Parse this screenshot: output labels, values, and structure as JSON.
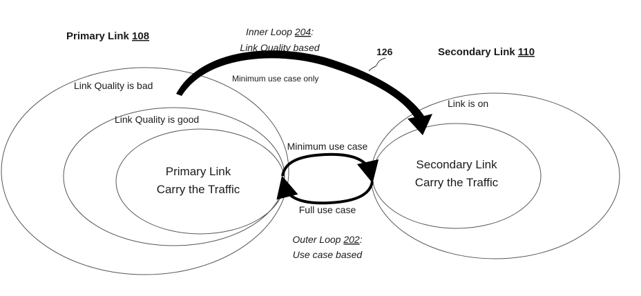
{
  "primary_link": {
    "title_text": "Primary Link ",
    "title_ref": "108",
    "quality_bad": "Link Quality is bad",
    "quality_good": "Link Quality is good",
    "center_line1": "Primary Link",
    "center_line2": "Carry the Traffic"
  },
  "secondary_link": {
    "title_text": "Secondary Link ",
    "title_ref": "110",
    "state": "Link is on",
    "center_line1": "Secondary Link",
    "center_line2": "Carry the Traffic"
  },
  "inner_loop": {
    "label_text": "Inner Loop ",
    "label_ref": "204",
    "label_suffix": ":",
    "basis": "Link Quality based",
    "arrow_label": "Minimum use case only",
    "ref_number": "126"
  },
  "outer_loop": {
    "top_label": "Minimum use case",
    "bottom_label": "Full use case",
    "label_text": "Outer Loop ",
    "label_ref": "202",
    "label_suffix": ":",
    "basis": "Use case based"
  },
  "colors": {
    "line": "#555555",
    "arrow": "#000000",
    "text": "#1a1a1a"
  }
}
